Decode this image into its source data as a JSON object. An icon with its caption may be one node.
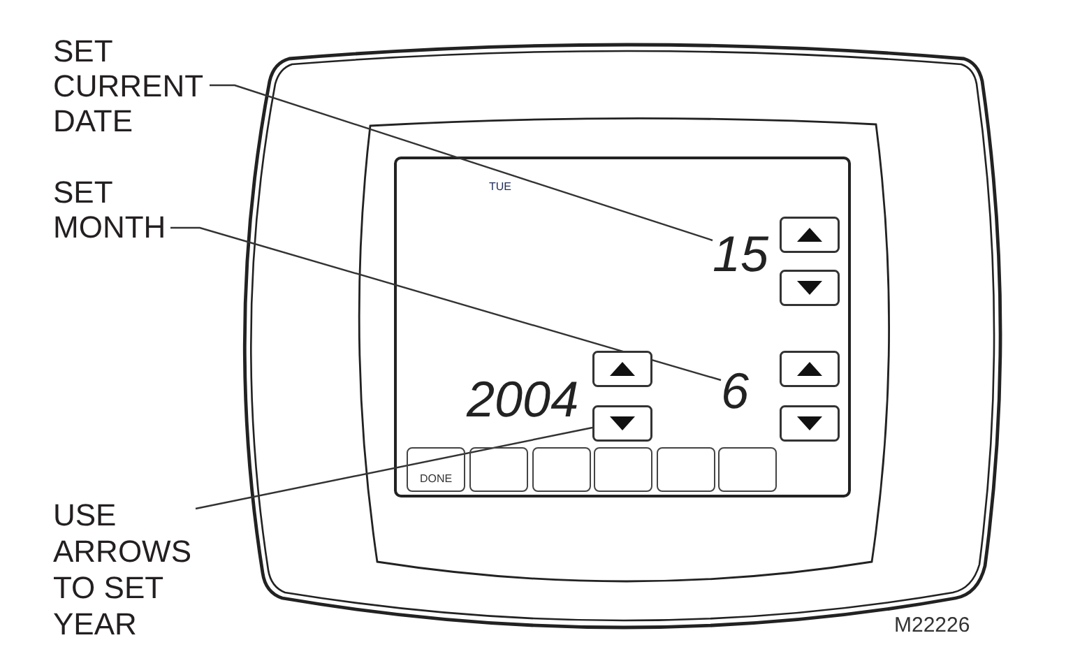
{
  "diagram": {
    "nodes": [
      {
        "text": [
          "SET CURRENT DATE"
        ]
      },
      {
        "text": [
          "SET MONTH"
        ]
      },
      {
        "text": [
          "15"
        ]
      },
      {
        "text": [
          "6"
        ]
      },
      {
        "text": [],
        "shape": "box"
      },
      {
        "text": [
          "DONE"
        ]
      },
      {
        "text": [
          "USE ARROWS TO SET YEAR"
        ]
      }
    ],
    "edges": [
      {
        "from": 0,
        "to": 2,
        "arrow": "none"
      },
      {
        "from": 1,
        "to": 3,
        "arrow": "none"
      },
      {
        "from": 6,
        "to": 4,
        "arrow": "none"
      }
    ],
    "labels": [
      "TUE",
      "2004",
      "M22226"
    ]
  }
}
